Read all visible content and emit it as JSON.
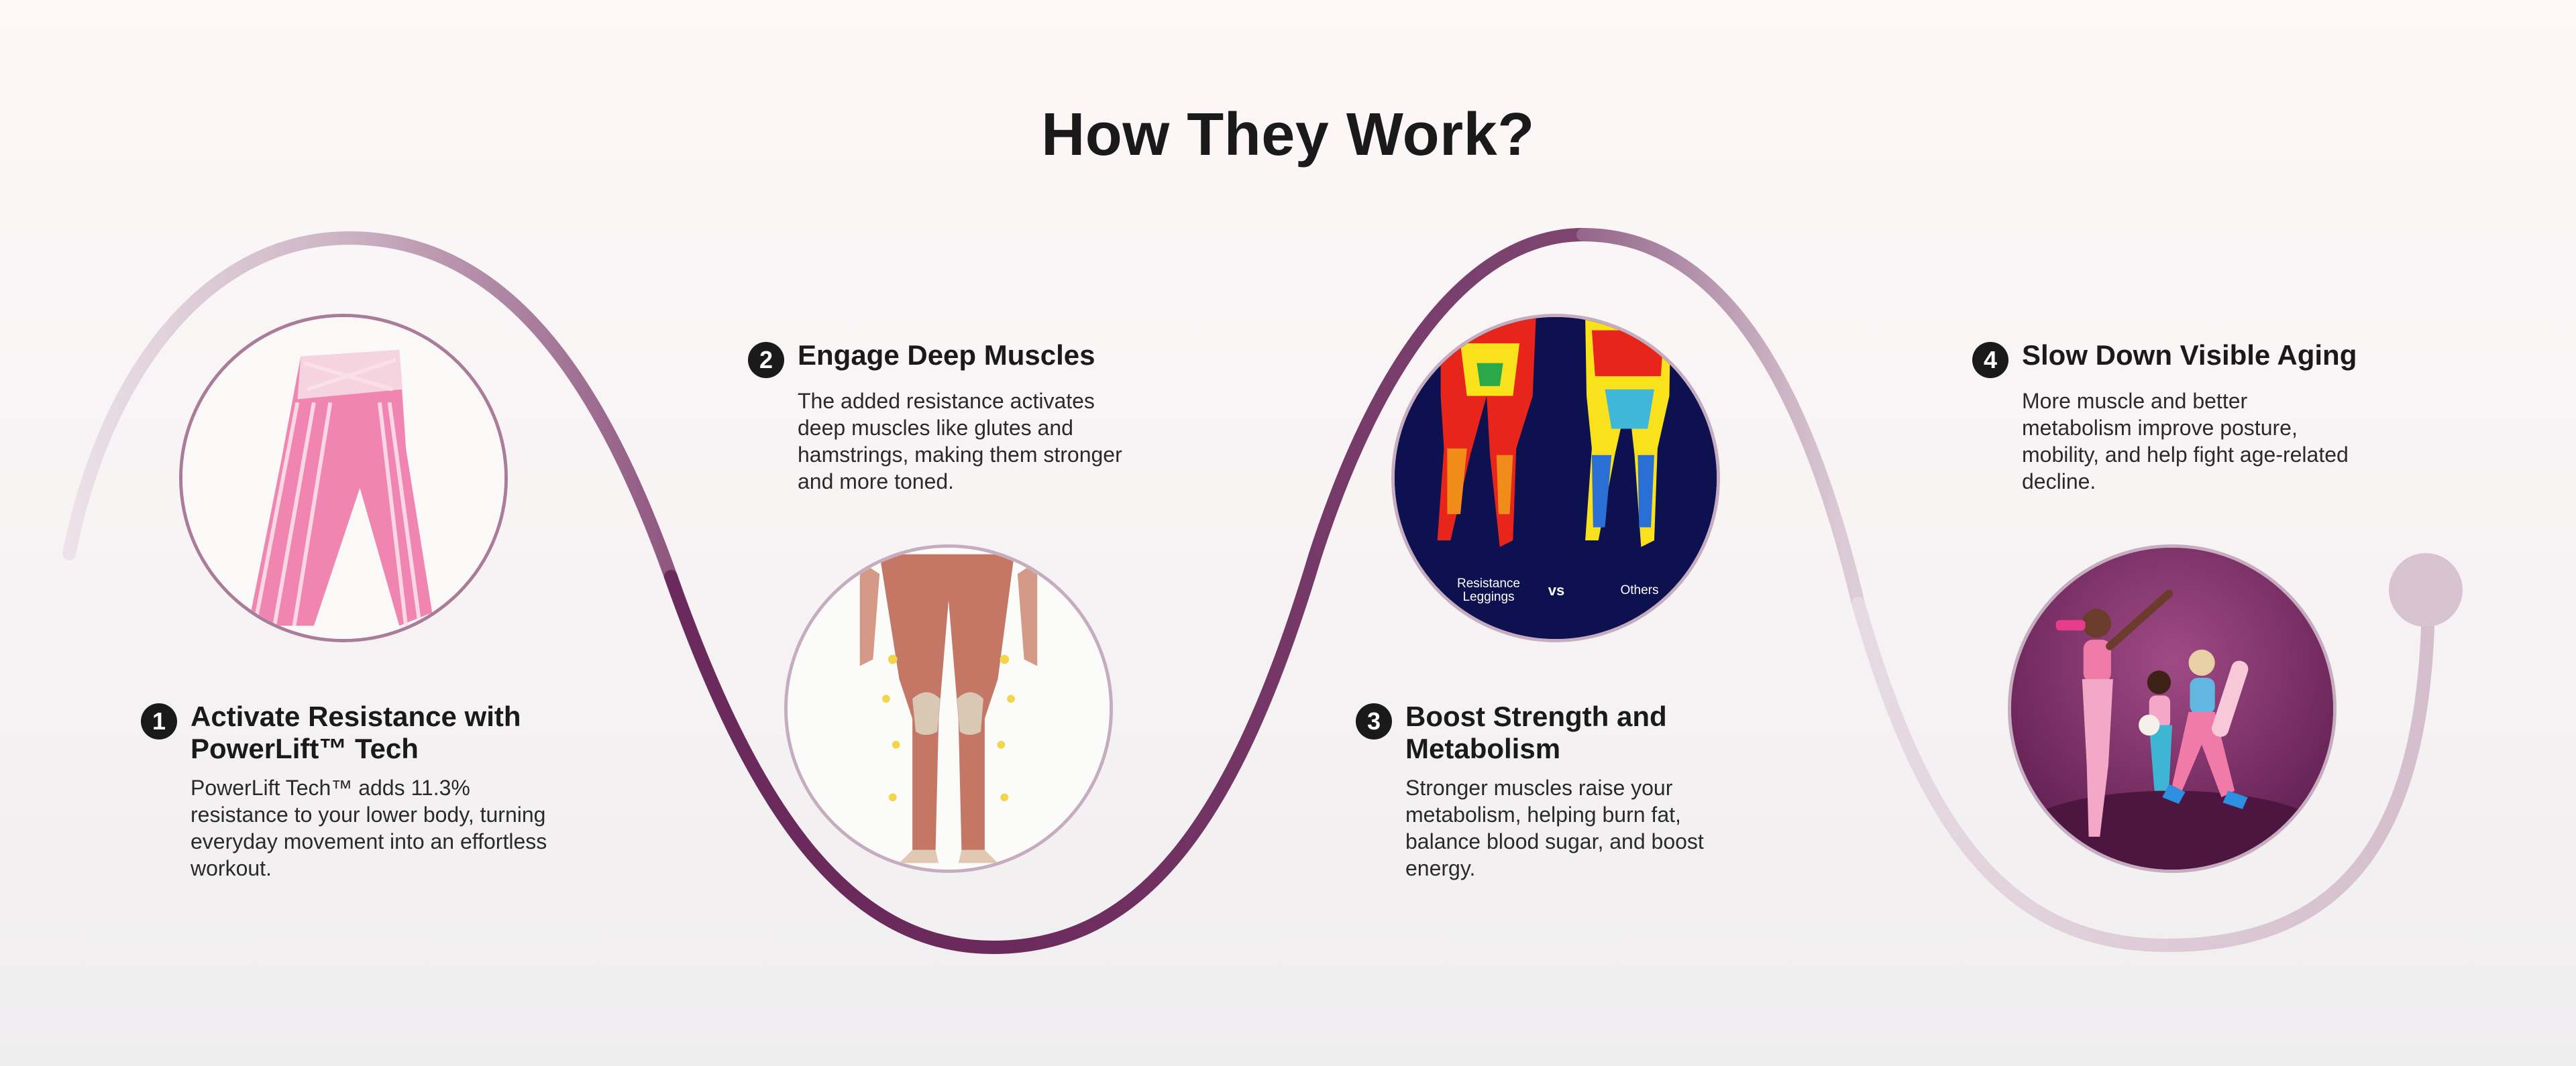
{
  "page": {
    "title": "How They Work?"
  },
  "steps": [
    {
      "number": "1",
      "title": "Activate Resistance with PowerLift™ Tech",
      "description": "PowerLift Tech™ adds 11.3% resistance to your lower body, turning everyday movement into an effortless workout.",
      "image": "pink-leggings-photo"
    },
    {
      "number": "2",
      "title": "Engage Deep Muscles",
      "description": "The added resistance activates deep muscles like glutes and hamstrings, making them stronger and more toned.",
      "image": "leg-muscle-anatomy-illustration"
    },
    {
      "number": "3",
      "title": "Boost Strength and Metabolism",
      "description": "Stronger muscles raise your metabolism, helping burn fat, balance blood sugar, and boost energy.",
      "image": "thermal-comparison-image",
      "image_labels": {
        "left": "Resistance Leggings",
        "vs": "vs",
        "right": "Others"
      }
    },
    {
      "number": "4",
      "title": "Slow Down Visible Aging",
      "description": "More muscle and better metabolism improve posture, mobility, and help fight age-related decline.",
      "image": "women-exercising-photo"
    }
  ],
  "colors": {
    "wave_dark": "#6e2e5e",
    "wave_light": "#e7dbe3",
    "circle_border": "#a97c9a",
    "heading": "#1a1a1a"
  }
}
